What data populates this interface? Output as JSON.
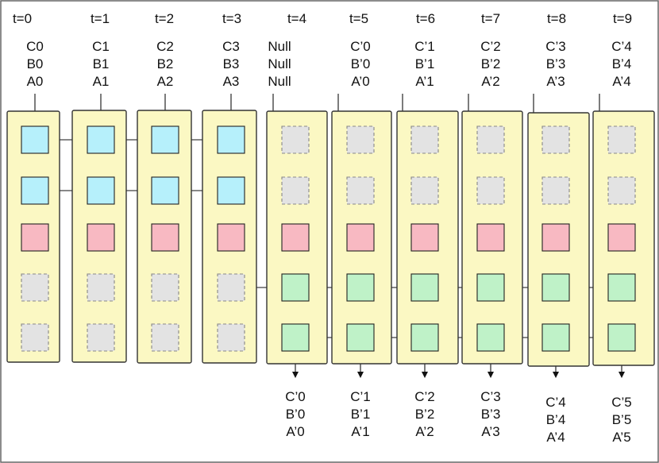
{
  "timesteps": [
    "t=0",
    "t=1",
    "t=2",
    "t=3",
    "t=4",
    "t=5",
    "t=6",
    "t=7",
    "t=8",
    "t=9"
  ],
  "inputs": [
    [
      "C0",
      "B0",
      "A0"
    ],
    [
      "C1",
      "B1",
      "A1"
    ],
    [
      "C2",
      "B2",
      "A2"
    ],
    [
      "C3",
      "B3",
      "A3"
    ],
    [
      "Null",
      "Null",
      "Null"
    ],
    [
      "C’0",
      "B’0",
      "A’0"
    ],
    [
      "C’1",
      "B’1",
      "A’1"
    ],
    [
      "C’2",
      "B’2",
      "A’2"
    ],
    [
      "C’3",
      "B’3",
      "A’3"
    ],
    [
      "C’4",
      "B’4",
      "A’4"
    ]
  ],
  "outputs": [
    [],
    [],
    [],
    [],
    [
      "C’0",
      "B’0",
      "A’0"
    ],
    [
      "C’1",
      "B’1",
      "A’1"
    ],
    [
      "C’2",
      "B’2",
      "A’2"
    ],
    [
      "C’3",
      "B’3",
      "A’3"
    ],
    [
      "C’4",
      "B’4",
      "A’4"
    ],
    [
      "C’5",
      "B’5",
      "A’5"
    ]
  ],
  "node_colors": {
    "encoder": "#b6f0fb",
    "decoder": "#bff2c8",
    "output": "#f8b9c2",
    "empty": "#e3e3e3",
    "panel": "#fbf8c3"
  }
}
